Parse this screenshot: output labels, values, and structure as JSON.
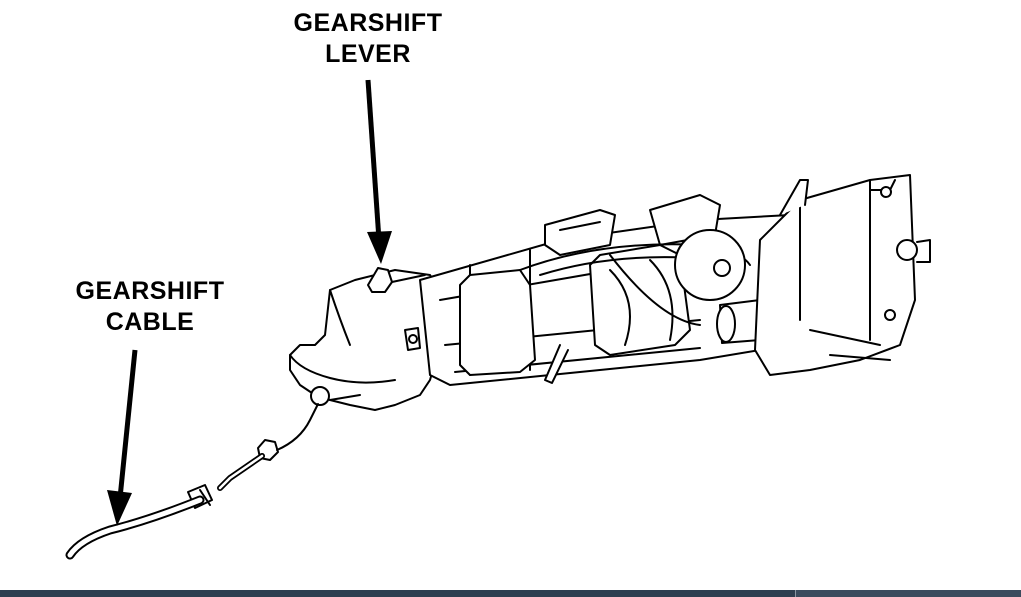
{
  "labels": {
    "gearshift_lever": [
      "GEARSHIFT",
      "LEVER"
    ],
    "gearshift_cable": [
      "GEARSHIFT",
      "CABLE"
    ]
  },
  "colors": {
    "ink": "#000000",
    "paper": "#ffffff",
    "bar": "#2e3f50"
  }
}
